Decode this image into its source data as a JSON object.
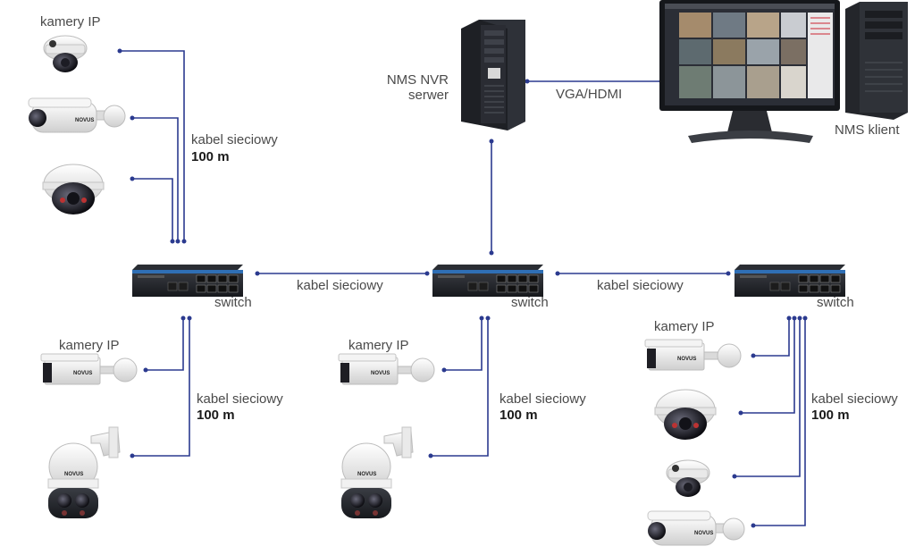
{
  "labels": {
    "cameras_ip": "kamery IP",
    "network_cable": "kabel sieciowy",
    "distance": "100 m",
    "switch": "switch",
    "server_line1": "NMS NVR",
    "server_line2": "serwer",
    "video_link": "VGA/HDMI",
    "client": "NMS klient"
  },
  "brand": "novus",
  "colors": {
    "wire": "#2b3a8f",
    "switch_body": "#2a2d33",
    "switch_stripe": "#2f6fb5",
    "camera_body": "#f2f2f2",
    "text": "#4a4a4a"
  }
}
